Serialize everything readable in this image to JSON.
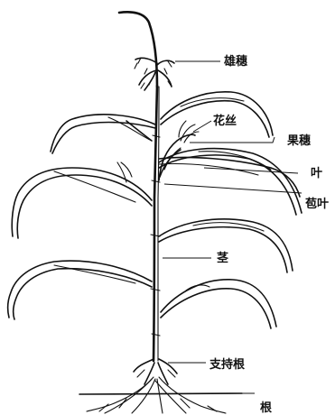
{
  "labels": {
    "tassel": "雄穗",
    "silk": "花丝",
    "ear": "果穗",
    "leaf": "叶",
    "husk_leaf": "苞叶",
    "stem": "茎",
    "prop_root": "支持根",
    "root": "根"
  },
  "colors": {
    "ink": "#111111",
    "background": "#ffffff"
  }
}
